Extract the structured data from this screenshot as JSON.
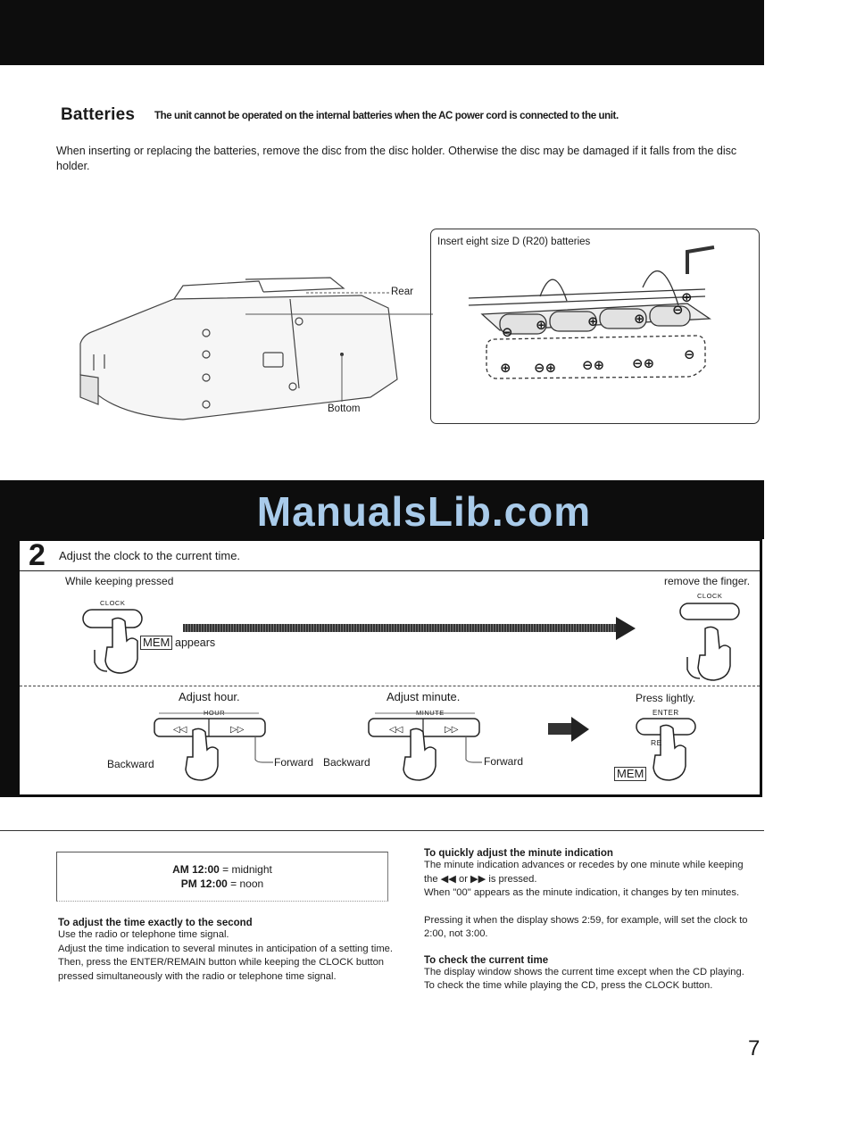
{
  "batteries": {
    "title": "Batteries",
    "warning": "The unit cannot be operated on the internal batteries when the AC power cord is connected to the unit.",
    "description": "When inserting or replacing the batteries, remove the disc from the disc holder. Otherwise the disc may be damaged if it falls from the disc holder.",
    "label_rear": "Rear",
    "label_bottom": "Bottom",
    "inset_caption": "Insert eight size D (R20) batteries"
  },
  "watermark": "ManualsLib.com",
  "step": {
    "number": "2",
    "title": "Adjust the clock to the current time.",
    "while_pressed": "While keeping pressed",
    "remove_finger": "remove the finger.",
    "clock_label": "CLOCK",
    "clock_label_2": "CLOCK",
    "mem": "MEM",
    "appears": "appears",
    "adjust_hour": "Adjust hour.",
    "adjust_minute": "Adjust minute.",
    "press_lightly": "Press lightly.",
    "hour_label": "HOUR",
    "minute_label": "MINUTE",
    "enter_label": "ENTER",
    "remain_partial": "RE",
    "backward_1": "Backward",
    "forward_1": "Forward",
    "backward_2": "Backward",
    "forward_2": "Forward",
    "mem_2": "MEM"
  },
  "note": {
    "am_key": "AM 12:00",
    "am_val": "= midnight",
    "pm_key": "PM 12:00",
    "pm_val": "= noon"
  },
  "left_col": {
    "heading": "To adjust the time exactly to the second",
    "p1": "Use the radio or telephone time signal.",
    "p2": "Adjust the time indication to several minutes in anticipation of a setting time. Then, press the ENTER/REMAIN button while keeping the CLOCK button pressed simultaneously with the radio or telephone time signal."
  },
  "right_col": {
    "heading1": "To quickly adjust the minute indication",
    "p1": "The minute indication advances or recedes by one minute while keeping the ◀◀ or ▶▶ is pressed.",
    "p2": "When \"00\" appears as the minute indication, it changes by ten minutes.",
    "p3": "Pressing it when the display shows 2:59, for example, will set the clock to 2:00, not 3:00.",
    "heading2": "To check the current time",
    "p4": "The display window shows the current time except when the CD playing. To check the time while playing the CD, press the CLOCK button."
  },
  "page_number": "7"
}
